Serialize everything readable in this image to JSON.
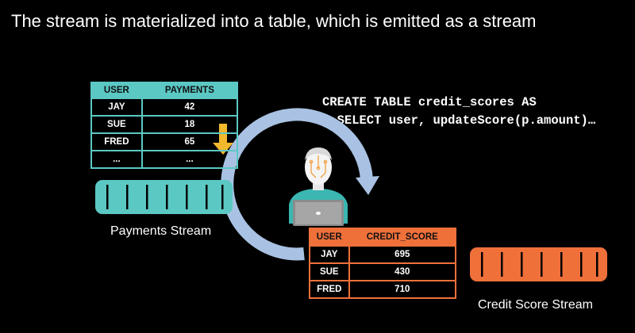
{
  "title": "The stream is materialized into a table, which is emitted as a stream",
  "code": {
    "line1": "CREATE TABLE credit_scores AS",
    "line2": "  SELECT user, updateScore(p.amount)…"
  },
  "payments_table": {
    "headers": [
      "USER",
      "PAYMENTS"
    ],
    "rows": [
      [
        "JAY",
        "42"
      ],
      [
        "SUE",
        "18"
      ],
      [
        "FRED",
        "65"
      ],
      [
        "...",
        "..."
      ]
    ]
  },
  "credit_table": {
    "headers": [
      "USER",
      "CREDIT_SCORE"
    ],
    "rows": [
      [
        "JAY",
        "695"
      ],
      [
        "SUE",
        "430"
      ],
      [
        "FRED",
        "710"
      ]
    ]
  },
  "payments_stream_label": "Payments Stream",
  "credit_stream_label": "Credit Score Stream",
  "colors": {
    "teal": "#5bc8c4",
    "orange": "#f0703a",
    "arrow_blue": "#a9c2e3",
    "down_arrow": "#f2b82e"
  },
  "icons": {
    "person": "developer-at-laptop-icon",
    "cycle": "circular-arrow-icon",
    "down": "down-arrow-icon"
  }
}
